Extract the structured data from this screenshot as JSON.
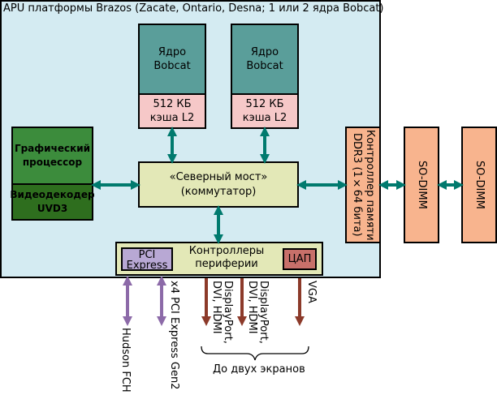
{
  "apu": {
    "title": "APU платформы Brazos (Zacate, Ontario, Desna; 1 или 2 ядра Bobcat)"
  },
  "cores": [
    {
      "label_line1": "Ядро",
      "label_line2": "Bobcat",
      "cache_line1": "512 КБ",
      "cache_line2": "кэша L2"
    },
    {
      "label_line1": "Ядро",
      "label_line2": "Bobcat",
      "cache_line1": "512 КБ",
      "cache_line2": "кэша L2"
    }
  ],
  "gpu": {
    "line1": "Графический",
    "line2": "процессор"
  },
  "video_decoder": {
    "line1": "Видеодекодер",
    "line2": "UVD3"
  },
  "northbridge": {
    "line1": "«Северный мост»",
    "line2": "(коммутатор)"
  },
  "memory_controller": {
    "line1": "Контроллер памяти",
    "line2": "DDR3 (1×64 бита)"
  },
  "dimms": [
    {
      "label": "SO-DIMM"
    },
    {
      "label": "SO-DIMM"
    }
  ],
  "peripheral": {
    "line1": "Контроллеры",
    "line2": "периферии"
  },
  "pci_express": {
    "line1": "PCI",
    "line2": "Express"
  },
  "dac": {
    "label": "ЦАП"
  },
  "outputs": {
    "hudson": "Hudson FCH",
    "pcie_gen2": "x4 PCI Express Gen2",
    "dp1_line1": "DisplayPort,",
    "dp1_line2": "DVI, HDMI",
    "dp2_line1": "DisplayPort,",
    "dp2_line2": "DVI, HDMI",
    "vga": "VGA",
    "displays_note": "До двух экранов"
  },
  "colors": {
    "link_teal": "#007a6e",
    "link_purple": "#8c6aa8",
    "link_brown": "#8c3a2a"
  }
}
